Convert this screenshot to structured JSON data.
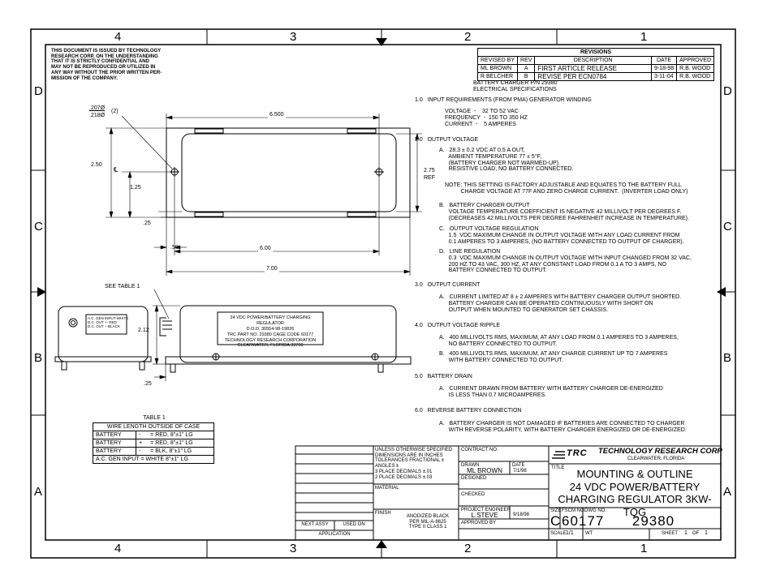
{
  "disclaimer": "THIS DOCUMENT IS ISSUED BY TECHNOLOGY\nRESEARCH CORP. ON THE UNDERSTANDING\nTHAT IT IS STRICTLY CONFIDENTIAL AND\nMAY NOT BE REPRODUCED OR UTILIZED IN\nANY WAY WITHOUT THE PRIOR WRITTEN PER-\nMISSION OF THE COMPANY.",
  "zones": {
    "top": [
      "4",
      "3",
      "2",
      "1"
    ],
    "bottom": [
      "4",
      "3",
      "2",
      "1"
    ],
    "left": [
      "D",
      "C",
      "B",
      "A"
    ],
    "right": [
      "D",
      "C",
      "B",
      "A"
    ]
  },
  "revisions": {
    "title": "REVISIONS",
    "headers": [
      "REVISED BY",
      "REV",
      "DESCRIPTION",
      "DATE",
      "APPROVED"
    ],
    "rows": [
      [
        "ML BROWN",
        "A",
        "FIRST ARTICLE RELEASE",
        "9-18-98",
        "R.B. WOOD"
      ],
      [
        "R BELCHER",
        "B",
        "REVISE PER ECN0784",
        "3-11-04",
        "R.B. WOOD"
      ]
    ]
  },
  "spec_title": "BATTERY CHARGER P/N 29380\nELECTRICAL SPECIFICATIONS",
  "specs": {
    "s1": "1.0   INPUT REQUIREMENTS (FROM PMA) GENERATOR WINDING",
    "s1_body": "VOLTAGE  -    32 TO 52 VAC\nFREQUENCY  -  150 TO 350 HZ\nCURRENT  -    5 AMPERES",
    "s2": "2.0   OUTPUT VOLTAGE",
    "s2a": "A.   28.3 ± 0.2 VDC AT 0.5 A OUT,\n      AMBIENT TEMPERATURE 77 ± 5°F,\n      (BATTERY CHARGER NOT WARMED-UP).\n      RESISTIVE LOAD, NO BATTERY CONNECTED.",
    "note": "NOTE: THIS SETTING IS FACTORY ADJUSTABLE AND EQUATES TO THE BATTERY FULL\n          CHARGE VOLTAGE AT 77F AND ZERO CHARGE CURRENT.  (INVERTER LOAD ONLY)",
    "s2b": "B.   BATTERY CHARGER OUTPUT\n      VOLTAGE TEMPERATURE COEFFICIENT IS NEGATIVE 42 MILLIVOLT PER DEGREES F.\n      (DECREASES 42 MILLIVOLTS PER DEGREE FAHRENHEIT INCREASE IN TEMPERATURE).",
    "s2c": "C.   OUTPUT VOLTAGE REGULATION\n      1.5  VDC MAXIMUM CHANGE IN OUTPUT VOLTAGE WITH ANY LOAD CURRENT FROM\n      0.1 AMPERES TO 3 AMPERES, (NO BATTERY CONNECTED TO OUTPUT OF CHARGER).",
    "s2d": "D.   LINE REGULATION\n      0.3  VDC MAXIMUM CHANGE IN OUTPUT VOLTAGE WITH INPUT CHANGED FROM 32 VAC,\n      200 HZ TO 43 VAC, 300 HZ, AT ANY CONSTANT LOAD FROM 0.1 A TO 3 AMPS, NO\n      BATTERY CONNECTED TO OUTPUT.",
    "s3": "3.0   OUTPUT CURRENT",
    "s3a": "A.   CURRENT LIMITED AT 8 ± 2 AMPERES WITH BATTERY CHARGER OUTPUT SHORTED.\n      BATTERY CHARGER CAN BE OPERATED CONTINUOUSLY WITH SHORT ON\n      OUTPUT WHEN MOUNTED TO GENERATOR SET CHASSIS.",
    "s4": "4.0   OUTPUT VOLTAGE RIPPLE",
    "s4a": "A.   400 MILLIVOLTS RMS, MAXIMUM, AT ANY LOAD FROM 0.1 AMPERES TO 3 AMPERES,\n      NO BATTERY CONNECTED TO OUTPUT.",
    "s4b": "B.   400 MILLIVOLTS RMS, MAXIMUM, AT ANY CHARGE CURRENT UP TO 7 AMPERES\n      WITH BATTERY CONNECTED TO OUTPUT.",
    "s5": "5.0   BATTERY DRAIN",
    "s5a": "A.   CURRENT DRAWN FROM BATTERY WITH BATTERY CHARGER DE-ENERGIZED\n      IS LESS THAN 0.7 MICROAMPERES.",
    "s6": "6.0   REVERSE BATTERY CONNECTION",
    "s6a": "A.   BATTERY CHARGER IS NOT DAMAGED IF BATTERIES ARE CONNECTED TO CHARGER\n      WITH REVERSE POLARITY, WITH BATTERY CHARGER ENERGIZED OR DE-ENERGIZED."
  },
  "dims": {
    "hole_top": ".207ø",
    "hole_bot": ".218ø",
    "hole_qty": "(2)",
    "d6500": "6.500",
    "d250": "2.50",
    "cl": "℄",
    "d125": "1.25",
    "d275": "2.75",
    "ref": "REF",
    "d025a": ".25",
    "d050": ".50",
    "d600": "6.00",
    "d700": "7.00",
    "see_table": "SEE TABLE 1",
    "d212": "2.12",
    "d025b": ".25"
  },
  "end_label": "A.C. GEN INPUT-WHITE\nD.C. OUT +- RED\nD.C. OUT -- BLACK",
  "nameplate": "24 VDC POWER/BATTERY CHARGING REGULATOR\nD.O.D. 30554-98-19826\nTRC PART NO. 29380 CAGE CODE 60177\nTECHNOLOGY RESEARCH CORPORATION\nCLEARWATER, FLORIDA 33760",
  "table1": {
    "title": "TABLE 1",
    "subtitle": "WIRE LENGTH OUTSIDE OF CASE",
    "rows": [
      [
        "BATTERY",
        "-",
        "= RED, 8\"±1\" LG"
      ],
      [
        "BATTERY",
        "+",
        "= RED, 8\"±1\" LG"
      ],
      [
        "BATTERY",
        "-",
        "= BLK, 8\"±1\" LG"
      ],
      [
        "A.C. GEN INPUT = WHITE 8\"±1\" LG"
      ]
    ]
  },
  "titleblock": {
    "tolerances": "UNLESS OTHERWISE SPECIFIED\nDIMENSIONS ARE IN INCHES\nTOLERANCES FRACTIONAL ±\nANGLES ±\n3 PLACE DECIMALS ±.01\n2 PLACE DECIMALS ±.03",
    "material_label": "MATERIAL",
    "finish_label": "FINISH",
    "finish_value": "ANODIZED BLACK\nPER MIL-A-8625\nTYPE II CLASS 1",
    "next_assy": "NEXT ASSY",
    "used_on": "USED ON",
    "application": "APPLICATION",
    "contract_label": "CONTRACT NO.",
    "drawn_label": "DRAWN",
    "drawn_by": "ML BROWN",
    "date_label": "DATE",
    "drawn_date": "7/1/98",
    "designed_label": "DESIGNED",
    "checked_label": "CHECKED",
    "pe_label": "PROJECT ENGINEER",
    "pe_name": "L.STEVE",
    "pe_date": "9/18/98",
    "approved_label": "APPROVED BY",
    "company_logo": "TRC",
    "company": "TECHNOLOGY RESEARCH CORP",
    "city": "CLEARWATER, FLORIDA",
    "title_label": "TITLE",
    "title": "MOUNTING & OUTLINE\n24 VDC POWER/BATTERY\nCHARGING REGULATOR 3KW-TQG",
    "size_label": "SIZE",
    "size": "C",
    "fscm_label": "FSCM NO.",
    "fscm": "60177",
    "dwg_label": "DWG NO.",
    "dwg": "29380",
    "scale_label": "SCALE",
    "scale": "1/1",
    "wt_label": "WT",
    "sheet_label": "SHEET",
    "sheet": "1",
    "of_label": "OF",
    "of": "1"
  }
}
